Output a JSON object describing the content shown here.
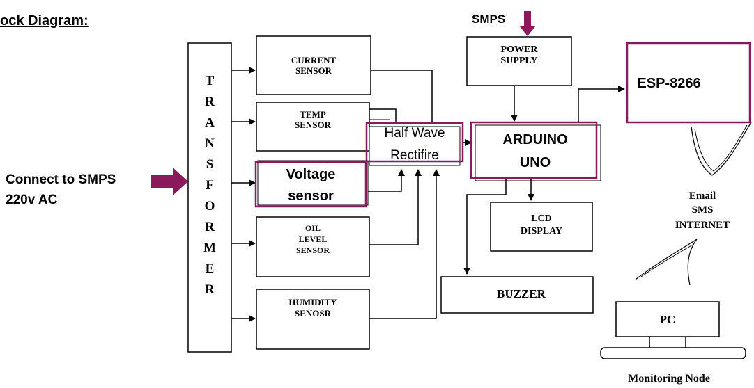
{
  "heading": "ock Diagram:",
  "input_label": {
    "line1": "Connect to SMPS",
    "line2": "220v AC"
  },
  "smps_label": "SMPS",
  "transformer_letters": [
    "T",
    "R",
    "A",
    "N",
    "S",
    "F",
    "O",
    "R",
    "M",
    "E",
    "R"
  ],
  "blocks": {
    "current_sensor": [
      "CURRENT",
      "SENSOR"
    ],
    "temp_sensor": [
      "TEMP",
      "SENSOR"
    ],
    "voltage_sensor": [
      "Voltage",
      "sensor"
    ],
    "oil_level_sensor": [
      "OIL",
      "LEVEL",
      "SENSOR"
    ],
    "humidity_sensor": [
      "HUMIDITY",
      "SENOSR"
    ],
    "rectifier": [
      "Half Wave",
      "Rectifire"
    ],
    "power_supply": [
      "POWER",
      "SUPPLY"
    ],
    "arduino": [
      "ARDUINO",
      "UNO"
    ],
    "lcd_display": [
      "LCD",
      "DISPLAY"
    ],
    "buzzer": "BUZZER",
    "esp": "ESP-8266",
    "pc": "PC"
  },
  "comm_labels": [
    "Email",
    "SMS",
    "INTERNET"
  ],
  "monitoring_node": "Monitoring Node",
  "colors": {
    "accent": "#8b1a5a",
    "line": "#000000"
  }
}
